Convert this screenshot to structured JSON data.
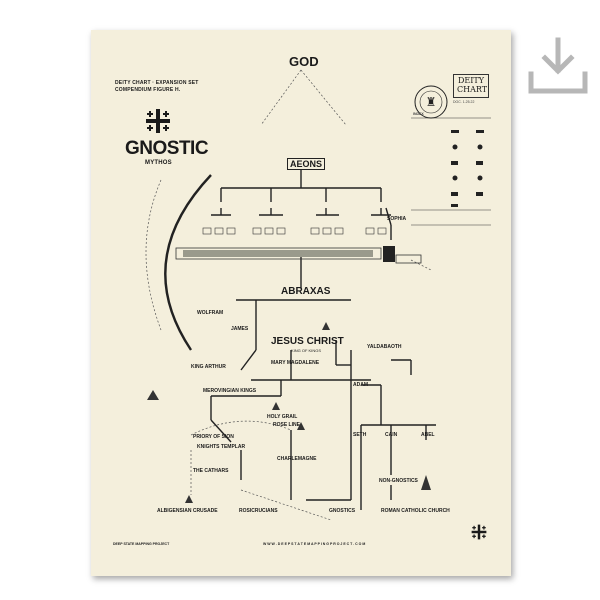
{
  "poster": {
    "title_god": "GOD",
    "header_line1": "DEITY CHART · EXPANSION SET",
    "header_line2": "COMPENDIUM FIGURE H.",
    "gnostic": "GNOSTIC",
    "mythos": "MYTHOS",
    "aeons": "AEONS",
    "abraxas": "ABRAXAS",
    "jesus_christ": "JESUS CHRIST",
    "king_of_kings": "KING OF KINGS",
    "sophia": "SOPHIA",
    "logo_top": "DEITY",
    "logo_bottom": "CHART",
    "doc_number": "DOC. 1.25.22",
    "index_label": "INDEX",
    "labels": {
      "merovingian": "MEROVINGIAN KINGS",
      "priory": "PRIORY OF SION",
      "knights": "KNIGHTS TEMPLAR",
      "cathars": "THE CATHARS",
      "albigensian": "ALBIGENSIAN CRUSADE",
      "rosicrucians": "ROSICRUCIANS",
      "gnostics": "GNOSTICS",
      "roman_catholic": "ROMAN CATHOLIC CHURCH",
      "seth": "SETH",
      "cain": "CAIN",
      "abel": "ABEL",
      "adam": "ADAM",
      "yaldabaoth": "YALDABAOTH",
      "non_gnostics": "NON-GNOSTICS",
      "james": "JAMES",
      "king_arthur": "KING ARTHUR",
      "mary": "MARY MAGDALENE",
      "holy_grail": "HOLY GRAIL",
      "wolfram": "WOLFRAM",
      "rose_line": "ROSE LINE",
      "charlemagne": "CHARLEMAGNE"
    },
    "footer_left": "DEEP STATE MAPPING PROJECT",
    "footer_url": "W W W . D E E P S T A T E M A P P I N G P R O J E C T . C O M"
  },
  "colors": {
    "paper": "#f4efdc",
    "ink": "#1a1a1a",
    "download_icon": "#b7b7b7"
  },
  "icons": [
    "jerusalem-cross-icon",
    "download-icon"
  ]
}
